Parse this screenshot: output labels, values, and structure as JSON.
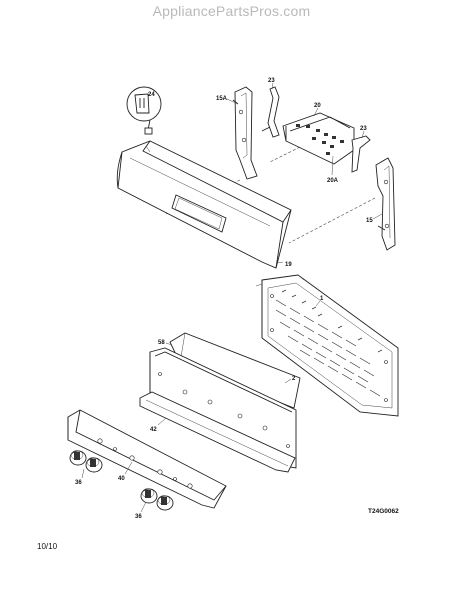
{
  "header": {
    "site": "AppliancePartsPros.com"
  },
  "parts": [
    {
      "id": "24"
    },
    {
      "id": "15A"
    },
    {
      "id": "23"
    },
    {
      "id": "20"
    },
    {
      "id": "23"
    },
    {
      "id": "20A"
    },
    {
      "id": "15"
    },
    {
      "id": "19"
    },
    {
      "id": "1"
    },
    {
      "id": "58"
    },
    {
      "id": "2"
    },
    {
      "id": "42"
    },
    {
      "id": "36"
    },
    {
      "id": "40"
    },
    {
      "id": "36"
    }
  ],
  "diagram_code": "T24G0062",
  "footer": {
    "date": "10/10"
  }
}
